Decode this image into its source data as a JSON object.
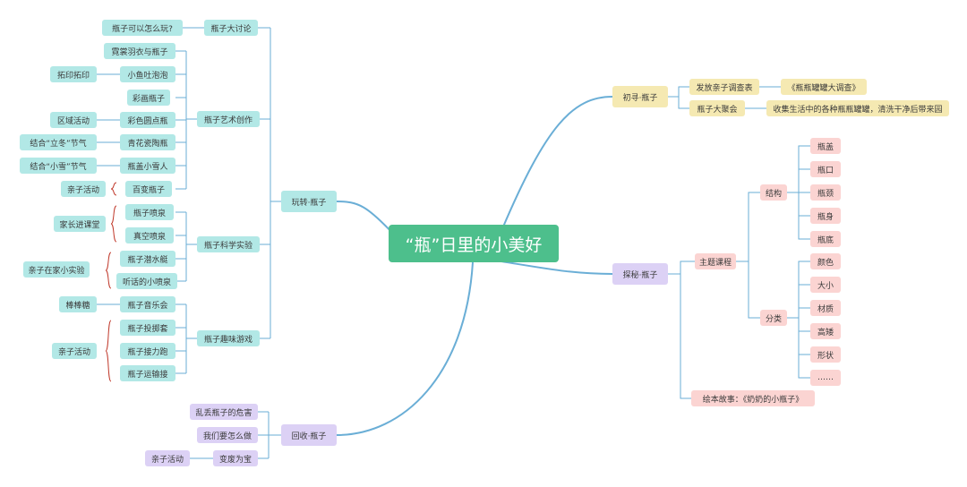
{
  "center": {
    "label": "“瓶”日里的小美好"
  },
  "branches": {
    "chuxun": {
      "label": "初寻·瓶子",
      "items": [
        {
          "label": "发放亲子调查表",
          "detail": "《瓶瓶罐罐大调查》"
        },
        {
          "label": "瓶子大聚会",
          "detail": "收集生活中的各种瓶瓶罐罐，清洗干净后带来园"
        }
      ]
    },
    "tanmi": {
      "label": "探秘·瓶子",
      "theme_label": "主题课程",
      "structure": {
        "label": "结构",
        "items": [
          "瓶盖",
          "瓶口",
          "瓶颈",
          "瓶身",
          "瓶底"
        ]
      },
      "classify": {
        "label": "分类",
        "items": [
          "颜色",
          "大小",
          "材质",
          "高矮",
          "形状",
          "……"
        ]
      },
      "story": "绘本故事：《奶奶的小瓶子》"
    },
    "wanzhuan": {
      "label": "玩转·瓶子",
      "discussion": {
        "label": "瓶子大讨论",
        "items": [
          "瓶子可以怎么玩?"
        ]
      },
      "art": {
        "label": "瓶子艺术创作",
        "items": [
          "霓裳羽衣与瓶子",
          "小鱼吐泡泡",
          "彩画瓶子",
          "彩色圆点瓶",
          "青花瓷陶瓶",
          "瓶盖小雪人",
          "百变瓶子"
        ],
        "notes": {
          "extend": "拓印拓印",
          "area": "区域活动",
          "lidong": "结合“立冬”节气",
          "xiaoxue": "结合“小雪”节气",
          "family": "亲子活动"
        }
      },
      "science": {
        "label": "瓶子科学实验",
        "items": [
          "瓶子喷泉",
          "真空喷泉",
          "瓶子潜水艇",
          "听话的小喷泉"
        ],
        "notes": {
          "parents": "家长进课堂",
          "home": "亲子在家小实验"
        }
      },
      "games": {
        "label": "瓶子趣味游戏",
        "items": [
          "瓶子音乐会",
          "瓶子投掷套",
          "瓶子接力跑",
          "瓶子运输接"
        ],
        "notes": {
          "rattle": "棒棒糖",
          "family": "亲子活动"
        }
      }
    },
    "huishou": {
      "label": "回收·瓶子",
      "items": [
        "乱丢瓶子的危害",
        "我们要怎么做",
        "变废为宝"
      ],
      "note": "亲子活动"
    }
  }
}
